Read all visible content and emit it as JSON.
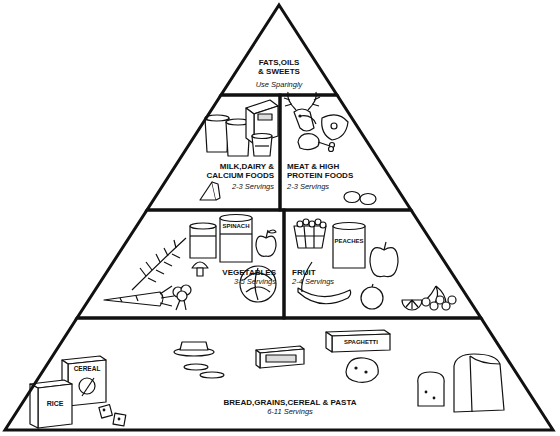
{
  "diagram": {
    "nodes": [
      {
        "text": [
          "FATS,OILS & SWEETS",
          "Use Sparingly"
        ]
      },
      {
        "text": [
          "MILK,DAIRY & CALCIUM FOODS",
          "2-3 Servings"
        ]
      },
      {
        "text": [
          "MEAT & HIGH PROTEIN FOODS",
          "2-3 Servings"
        ]
      },
      {
        "text": [
          "VEGETABLES",
          "3-5 Servings"
        ]
      },
      {
        "text": [
          "FRUIT",
          "2-4 Servings"
        ]
      },
      {
        "text": [
          "BREAD,GRAINS,CEREAL & PASTA",
          "6-11 Servings"
        ]
      }
    ],
    "labels": [
      "SPINACH",
      "PEACHES",
      "CEREAL",
      "RICE",
      "SPAGHETTI"
    ]
  }
}
